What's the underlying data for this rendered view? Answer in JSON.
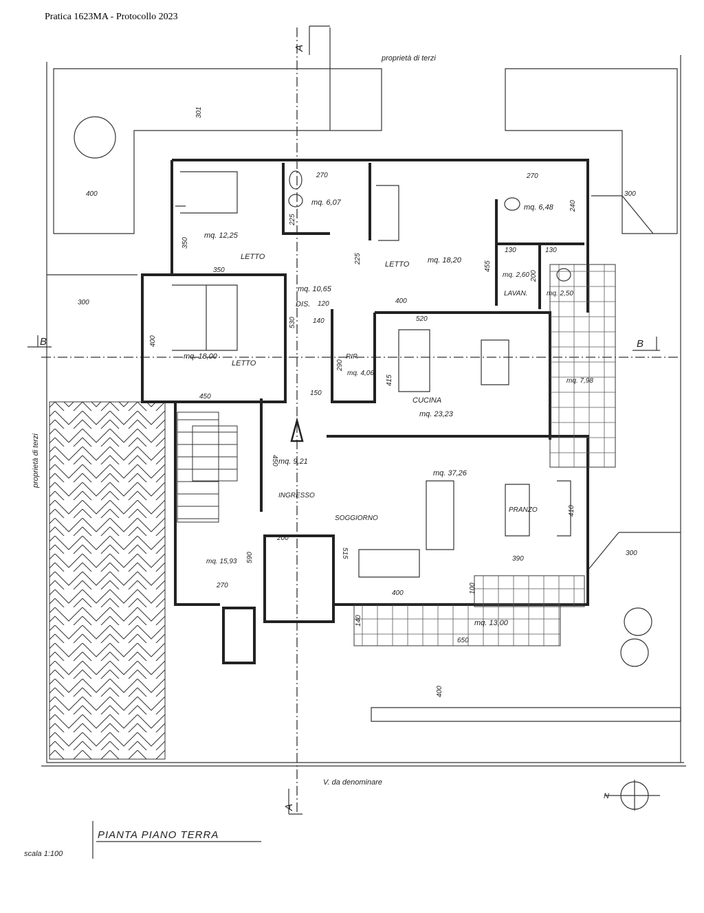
{
  "header": {
    "protocol": "Pratica 1623MA - Protocollo 2023"
  },
  "plan": {
    "title": "PIANTA PIANO TERRA",
    "scale": "scala 1:100",
    "street": "V. da denominare",
    "north": "N"
  },
  "neighbors": {
    "top": "proprietà di terzi",
    "left": "proprietà di terzi"
  },
  "sections": {
    "a": "A",
    "b": "B"
  },
  "rooms": {
    "letto1": {
      "name": "LETTO",
      "area": "mq. 12,25"
    },
    "bagno1": {
      "area": "mq. 6,07"
    },
    "letto2": {
      "name": "LETTO",
      "area": "mq. 18,20"
    },
    "bagno2": {
      "area": "mq. 6,48"
    },
    "wc1": {
      "area": "mq. 2,60"
    },
    "lavan": {
      "name": "LAVAN.",
      "area": "mq. 2,50"
    },
    "dis": {
      "name": "DIS.",
      "area": "mq. 10,65"
    },
    "letto3": {
      "name": "LETTO",
      "area": "mq. 18,00"
    },
    "rip": {
      "name": "RIP.",
      "area": "mq. 4,06"
    },
    "cucina": {
      "name": "CUCINA",
      "area": "mq. 23,23"
    },
    "portico_est": {
      "area": "mq. 7,98"
    },
    "ingresso": {
      "name": "INGRESSO",
      "area": "mq. 9,21"
    },
    "soggiorno": {
      "name": "SOGGIORNO",
      "area": "mq. 37,26"
    },
    "pranzo": {
      "name": "PRANZO"
    },
    "scala": {
      "area": "mq. 15,93"
    },
    "portico_sud": {
      "area": "mq. 13,00"
    }
  },
  "dimensions": {
    "d301": "301",
    "d400a": "400",
    "d300a": "300",
    "d300b": "300",
    "d300c": "300",
    "d350a": "350",
    "d350b": "350",
    "d225a": "225",
    "d270a": "270",
    "d225b": "225",
    "d455": "455",
    "d270b": "270",
    "d240": "240",
    "d130a": "130",
    "d130b": "130",
    "d200a": "200",
    "d120": "120",
    "d400b": "400",
    "d140a": "140",
    "d520": "520",
    "d400c": "400",
    "d530": "530",
    "d290": "290",
    "d415": "415",
    "d150": "150",
    "d450a": "450",
    "d450b": "450",
    "d410": "410",
    "d200b": "200",
    "d515": "515",
    "d590": "590",
    "d390": "390",
    "d270c": "270",
    "d400d": "400",
    "d100": "100",
    "d140b": "140",
    "d650": "650",
    "d400e": "400"
  }
}
